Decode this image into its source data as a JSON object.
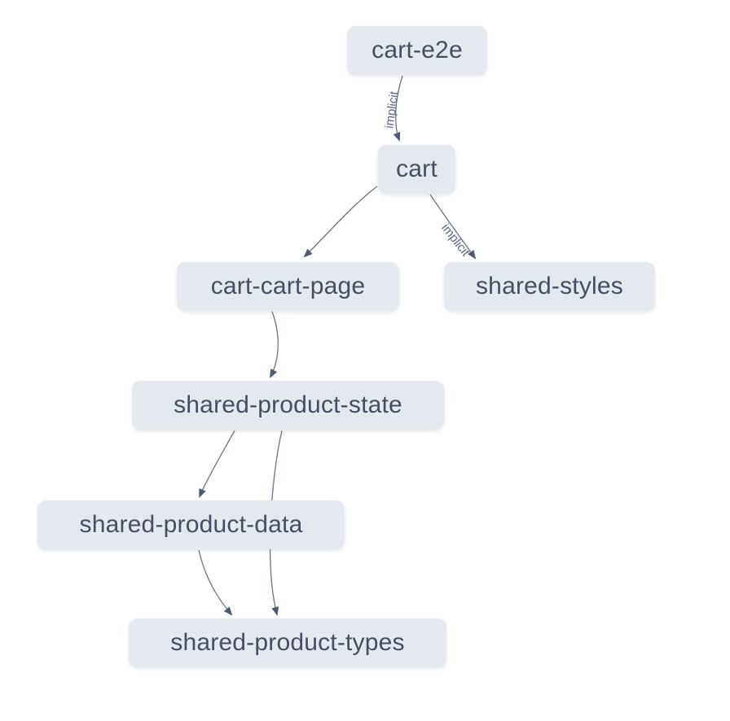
{
  "graph": {
    "nodes": [
      {
        "id": "cart-e2e",
        "label": "cart-e2e"
      },
      {
        "id": "cart",
        "label": "cart"
      },
      {
        "id": "cart-cart-page",
        "label": "cart-cart-page"
      },
      {
        "id": "shared-styles",
        "label": "shared-styles"
      },
      {
        "id": "shared-product-state",
        "label": "shared-product-state"
      },
      {
        "id": "shared-product-data",
        "label": "shared-product-data"
      },
      {
        "id": "shared-product-types",
        "label": "shared-product-types"
      }
    ],
    "edges": [
      {
        "from": "cart-e2e",
        "to": "cart",
        "label": "implicit"
      },
      {
        "from": "cart",
        "to": "cart-cart-page",
        "label": ""
      },
      {
        "from": "cart",
        "to": "shared-styles",
        "label": "implicit"
      },
      {
        "from": "cart-cart-page",
        "to": "shared-product-state",
        "label": ""
      },
      {
        "from": "shared-product-state",
        "to": "shared-product-data",
        "label": ""
      },
      {
        "from": "shared-product-state",
        "to": "shared-product-types",
        "label": ""
      },
      {
        "from": "shared-product-data",
        "to": "shared-product-types",
        "label": ""
      }
    ],
    "colors": {
      "background": "#ffffff",
      "node_fill": "#e4e8ef",
      "node_text": "#454f63",
      "edge": "#6b7585",
      "edge_label": "#5d6880"
    }
  }
}
